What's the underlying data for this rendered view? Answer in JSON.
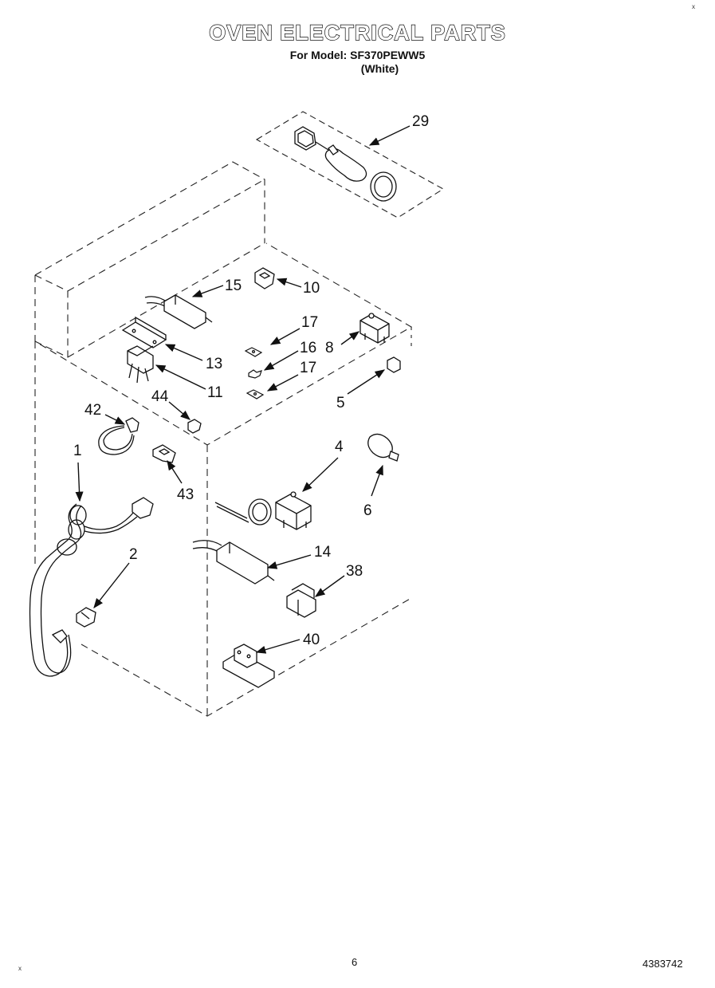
{
  "header": {
    "title": "OVEN ELECTRICAL PARTS",
    "model_line": "For Model: SF370PEWW5",
    "color_line": "(White)"
  },
  "callouts": [
    {
      "id": "c29",
      "text": "29"
    },
    {
      "id": "c15",
      "text": "15"
    },
    {
      "id": "c10",
      "text": "10"
    },
    {
      "id": "c17a",
      "text": "17"
    },
    {
      "id": "c8",
      "text": "8"
    },
    {
      "id": "c13",
      "text": "13"
    },
    {
      "id": "c16",
      "text": "16"
    },
    {
      "id": "c17b",
      "text": "17"
    },
    {
      "id": "c11",
      "text": "11"
    },
    {
      "id": "c5",
      "text": "5"
    },
    {
      "id": "c44",
      "text": "44"
    },
    {
      "id": "c42",
      "text": "42"
    },
    {
      "id": "c1",
      "text": "1"
    },
    {
      "id": "c4",
      "text": "4"
    },
    {
      "id": "c43",
      "text": "43"
    },
    {
      "id": "c6",
      "text": "6"
    },
    {
      "id": "c2",
      "text": "2"
    },
    {
      "id": "c14",
      "text": "14"
    },
    {
      "id": "c38",
      "text": "38"
    },
    {
      "id": "c40",
      "text": "40"
    }
  ],
  "footer": {
    "page_number": "6",
    "doc_number": "4383742",
    "corner_mark": "x"
  }
}
